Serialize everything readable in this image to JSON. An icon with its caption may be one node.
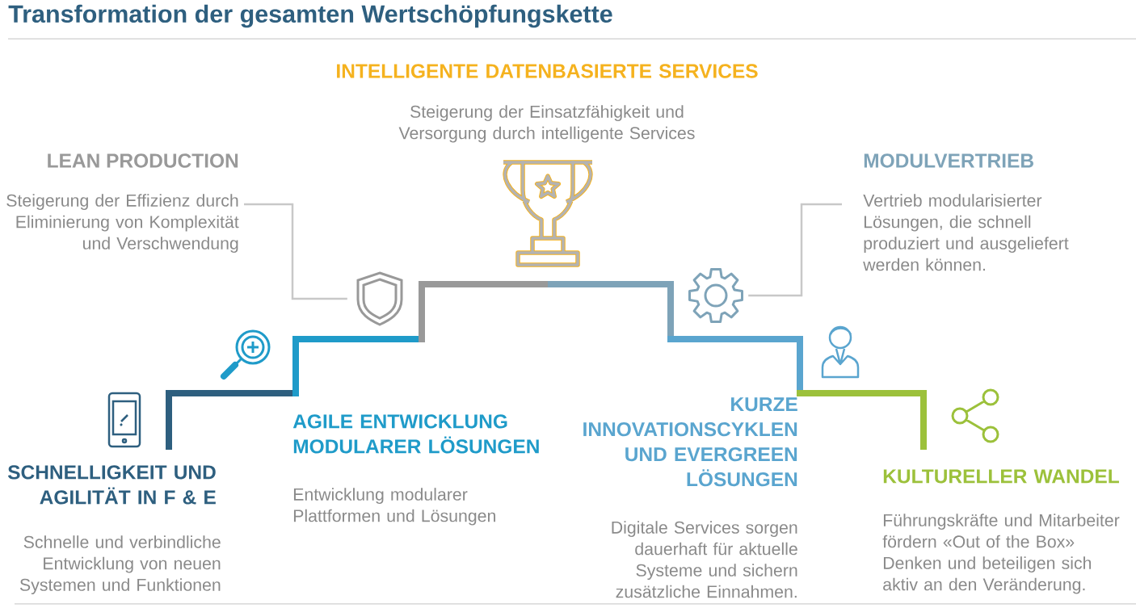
{
  "diagram": {
    "title": "Transformation der gesamten Wertschöpfungskette",
    "nodes": [
      {
        "text": [
          "LEAN PRODUCTION",
          "Steigerung der Effizienz durch Eliminierung von Komplexität und Verschwendung"
        ]
      },
      {
        "text": [],
        "shape": "shield"
      },
      {
        "text": [
          "MODULVERTRIEB",
          "Vertrieb modularisierter Lösungen, die schnell produziert und ausgeliefert werden können."
        ]
      },
      {
        "text": [],
        "shape": "gear"
      }
    ],
    "edges": [
      {
        "from": 0,
        "to": 1,
        "arrow": "none"
      },
      {
        "from": 2,
        "to": 3,
        "arrow": "none"
      }
    ],
    "labels": [
      "INTELLIGENTE DATENBASIERTE SERVICES",
      "Steigerung der Einsatzfähigkeit und Versorgung durch intelligente Services",
      "AGILE ENTWICKLUNG MODULARER LÖSUNGEN",
      "KURZE INNOVATIONSCYKLEN UND EVERGREEN LÖSUNGEN",
      "SCHNELLIGKEIT UND AGILITÄT IN F & E",
      "KULTURELLER WANDEL",
      "Entwicklung modularer Plattformen und Lösungen",
      "Digitale Services sorgen dauerhaft für aktuelle Systeme und sichern zusätzliche Einnahmen.",
      "Führungskräfte und Mitarbeiter fördern «Out of the Box» Denken und beteiligen sich aktiv an den Veränderung.",
      "Schnelle und verbindliche Entwicklung von neuen Systemen und Funktionen"
    ]
  }
}
